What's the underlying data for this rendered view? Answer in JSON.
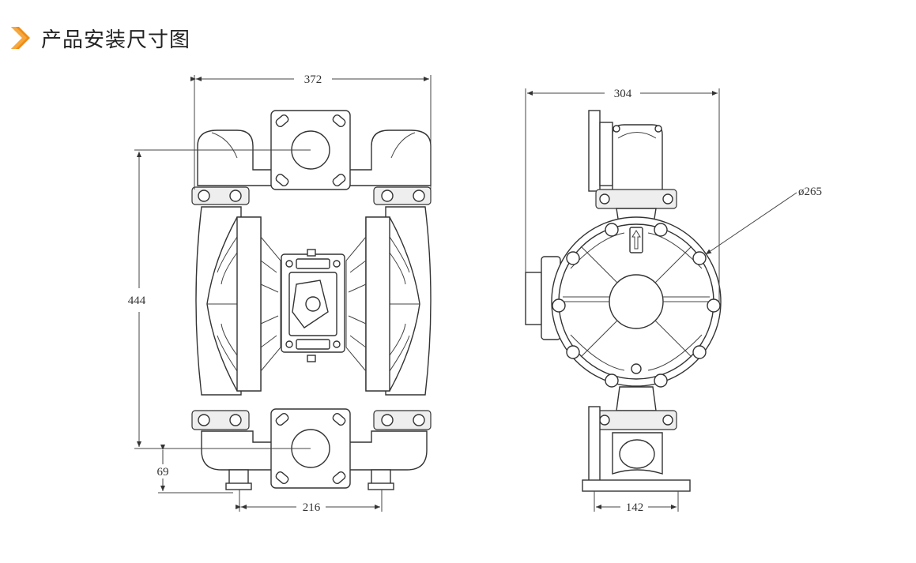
{
  "header": {
    "title": "产品安装尺寸图",
    "accent_color": "#f08c14",
    "icon": "chevron-right-icon"
  },
  "front_view": {
    "width_dim": "372",
    "height_dim": "444",
    "base_height_dim": "69",
    "base_span_dim": "216"
  },
  "side_view": {
    "width_dim": "304",
    "diameter_dim": "ø265",
    "base_dim": "142"
  }
}
